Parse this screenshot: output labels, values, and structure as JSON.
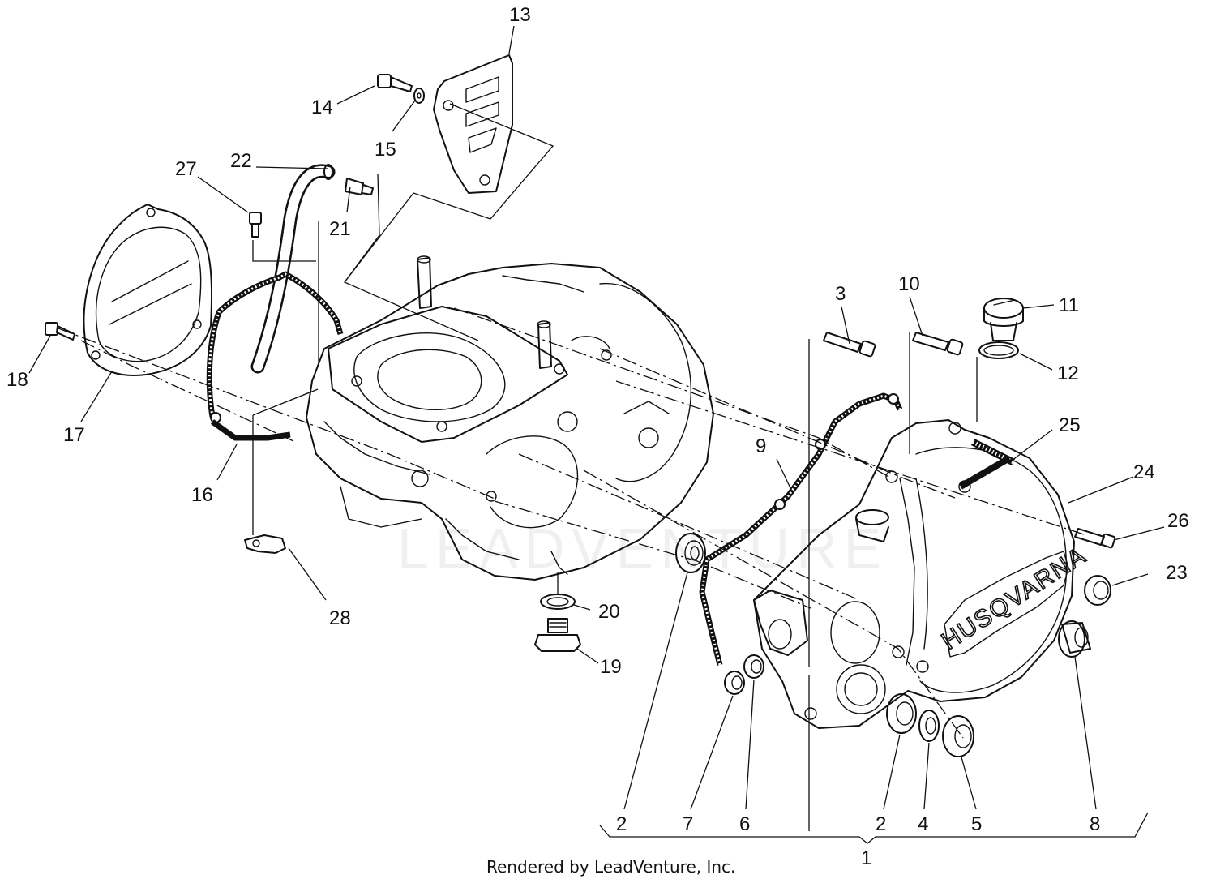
{
  "callouts": {
    "c1": "1",
    "c2a": "2",
    "c2b": "2",
    "c3": "3",
    "c4": "4",
    "c5": "5",
    "c6": "6",
    "c7": "7",
    "c8": "8",
    "c9": "9",
    "c10": "10",
    "c11": "11",
    "c12": "12",
    "c13": "13",
    "c14": "14",
    "c15": "15",
    "c16": "16",
    "c17": "17",
    "c18": "18",
    "c19": "19",
    "c20": "20",
    "c21": "21",
    "c22": "22",
    "c23": "23",
    "c24": "24",
    "c25": "25",
    "c26": "26",
    "c27": "27",
    "c28": "28"
  },
  "cover_brand": "HUSQVARNA",
  "watermark": "LEADVENTURE",
  "credit": "Rendered by LeadVenture, Inc."
}
